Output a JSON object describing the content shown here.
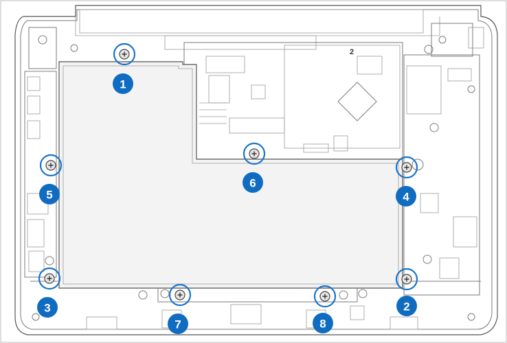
{
  "diagram": {
    "colors": {
      "callout": "#0f6cc0",
      "ring": "#1a73c9",
      "line": "#7a7a7a",
      "plate": "#f3f3f3"
    },
    "board_marks": [
      {
        "id": "mark-2",
        "text": "2"
      }
    ],
    "callouts": [
      {
        "label": "1"
      },
      {
        "label": "2"
      },
      {
        "label": "3"
      },
      {
        "label": "4"
      },
      {
        "label": "5"
      },
      {
        "label": "6"
      },
      {
        "label": "7"
      },
      {
        "label": "8"
      }
    ]
  }
}
